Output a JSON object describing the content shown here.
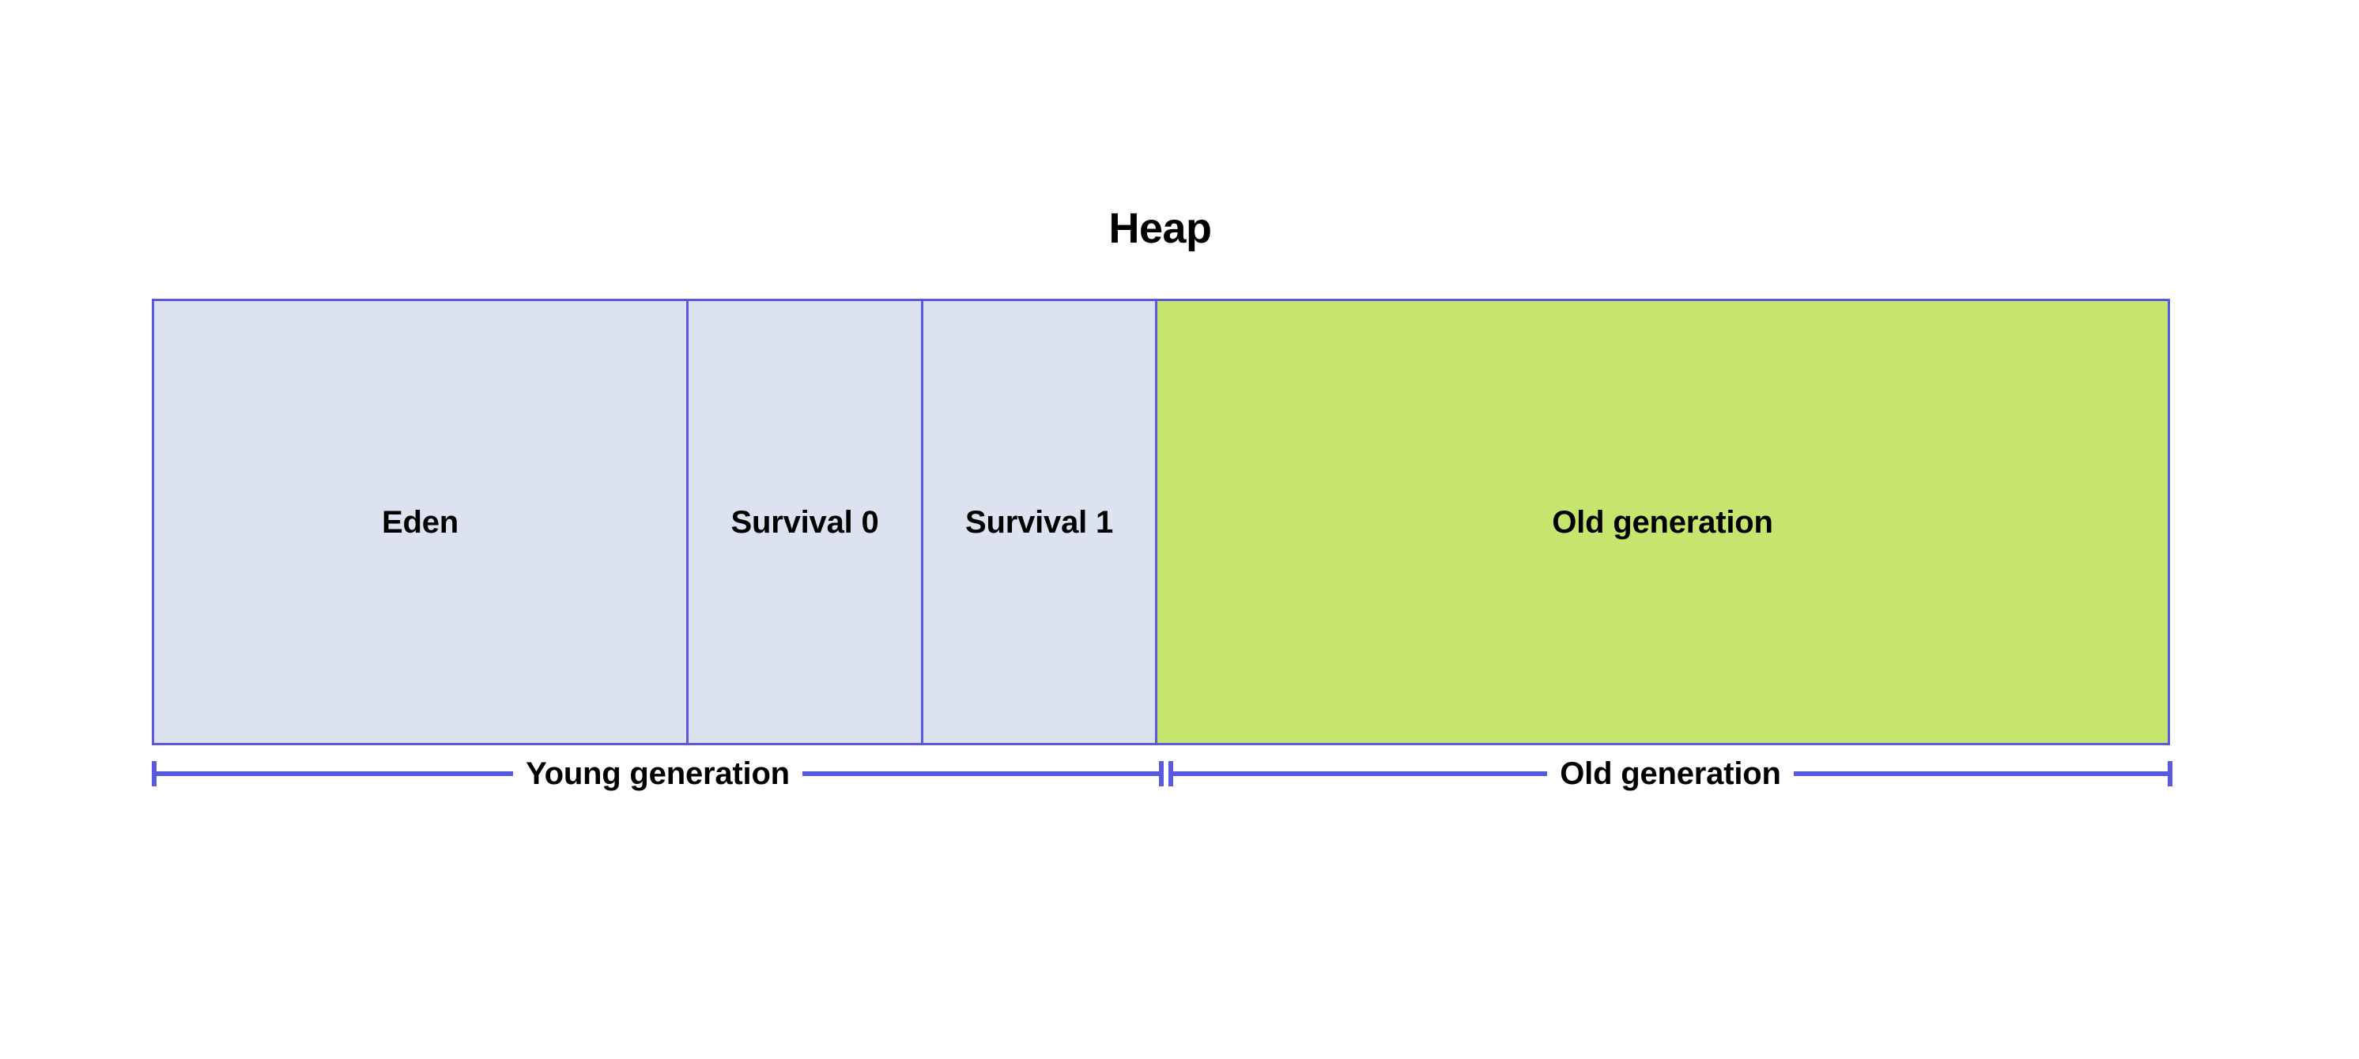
{
  "diagram": {
    "title": "Heap",
    "colors": {
      "border": "#5a5ae0",
      "young_fill": "#dde2f0",
      "old_fill": "#c5e56f",
      "text": "#000000",
      "background": "#ffffff"
    },
    "segments": [
      {
        "id": "eden",
        "label": "Eden",
        "region": "young"
      },
      {
        "id": "survival-0",
        "label": "Survival 0",
        "region": "young"
      },
      {
        "id": "survival-1",
        "label": "Survival 1",
        "region": "young"
      },
      {
        "id": "old-gen",
        "label": "Old generation",
        "region": "old"
      }
    ],
    "brackets": [
      {
        "id": "young",
        "label": "Young generation"
      },
      {
        "id": "old",
        "label": "Old generation"
      }
    ]
  }
}
